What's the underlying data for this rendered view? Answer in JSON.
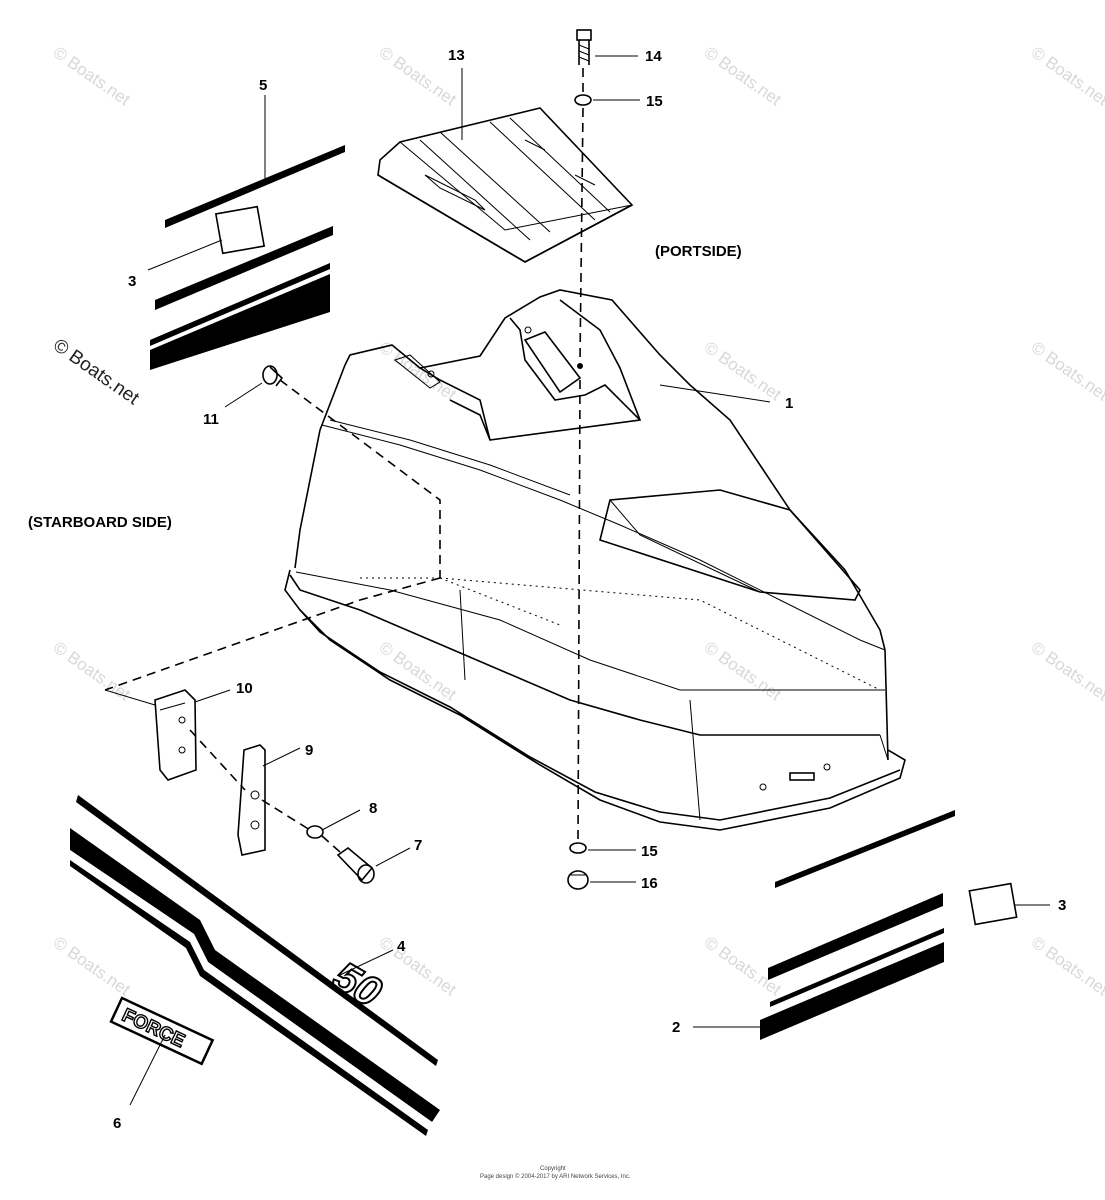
{
  "side_labels": {
    "portside": "(PORTSIDE)",
    "starboard": "(STARBOARD SIDE)"
  },
  "callouts": {
    "c1": "1",
    "c2": "2",
    "c3a": "3",
    "c3b": "3",
    "c4": "4",
    "c5": "5",
    "c6": "6",
    "c7": "7",
    "c8": "8",
    "c9": "9",
    "c10": "10",
    "c11": "11",
    "c13": "13",
    "c14": "14",
    "c15a": "15",
    "c15b": "15",
    "c16": "16"
  },
  "watermark": {
    "text": "© Boats.net"
  },
  "decal_text": {
    "force": "FORCE",
    "model": "50"
  },
  "footer": {
    "line1": "Copyright",
    "line2": "Page design © 2004-2017 by ARI Network Services, Inc."
  }
}
